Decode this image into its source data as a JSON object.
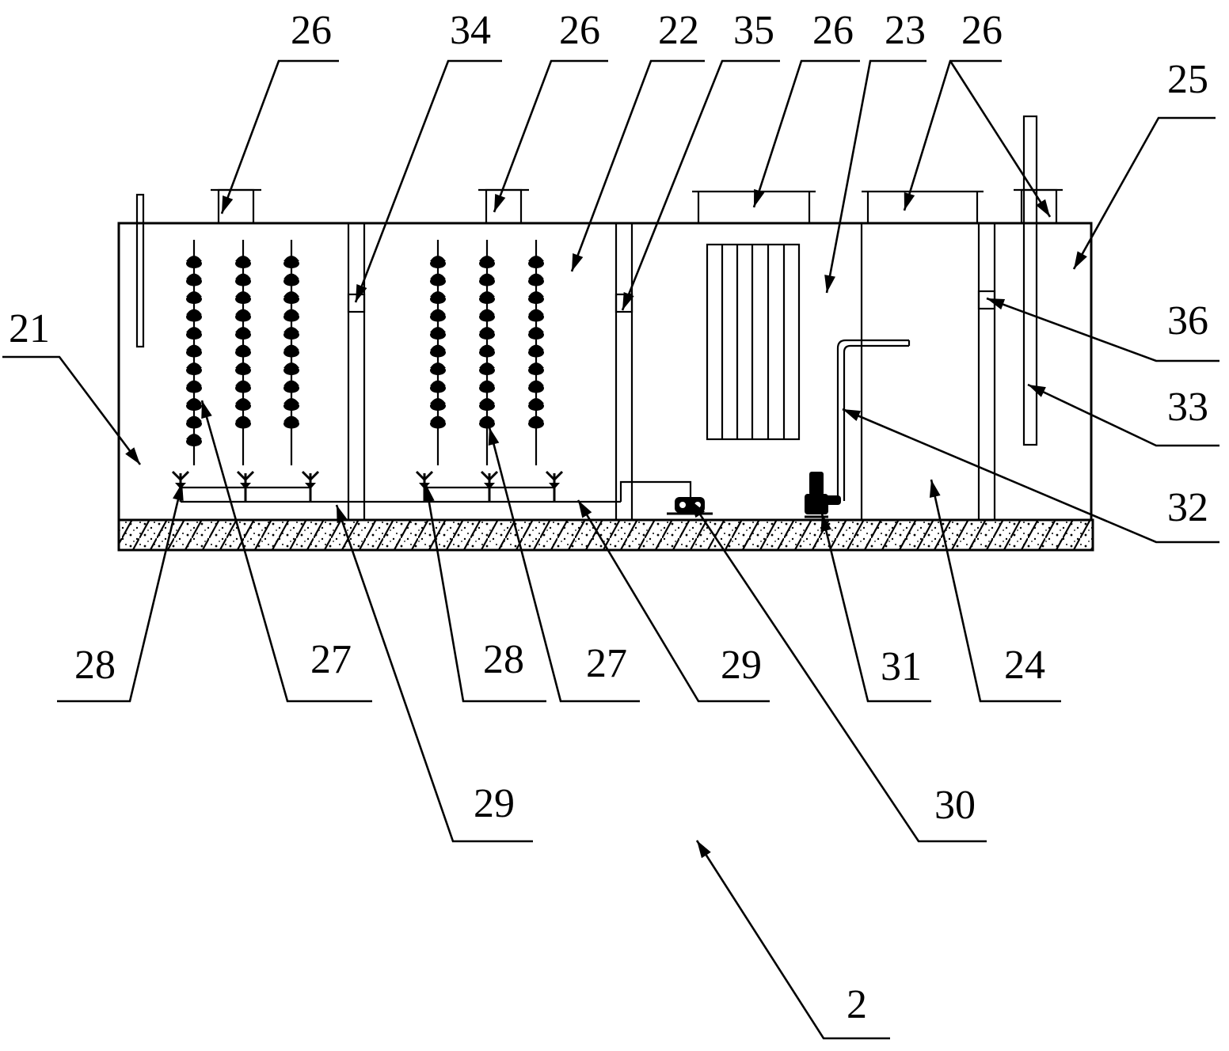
{
  "figure": {
    "assembly_number": "2",
    "labels": {
      "tank_1": "21",
      "tank_2": "22",
      "tank_3": "23",
      "tank_4": "24",
      "tank_5": "25",
      "manhole": "26",
      "filler": "27",
      "aerator": "28",
      "air_pipe": "29",
      "blower": "30",
      "pump": "31",
      "pump_pipe": "32",
      "outlet_pipe": "33",
      "overflow_1": "34",
      "overflow_2": "35",
      "overflow_3": "36"
    },
    "colors": {
      "line": "#000000",
      "background": "#ffffff"
    }
  }
}
